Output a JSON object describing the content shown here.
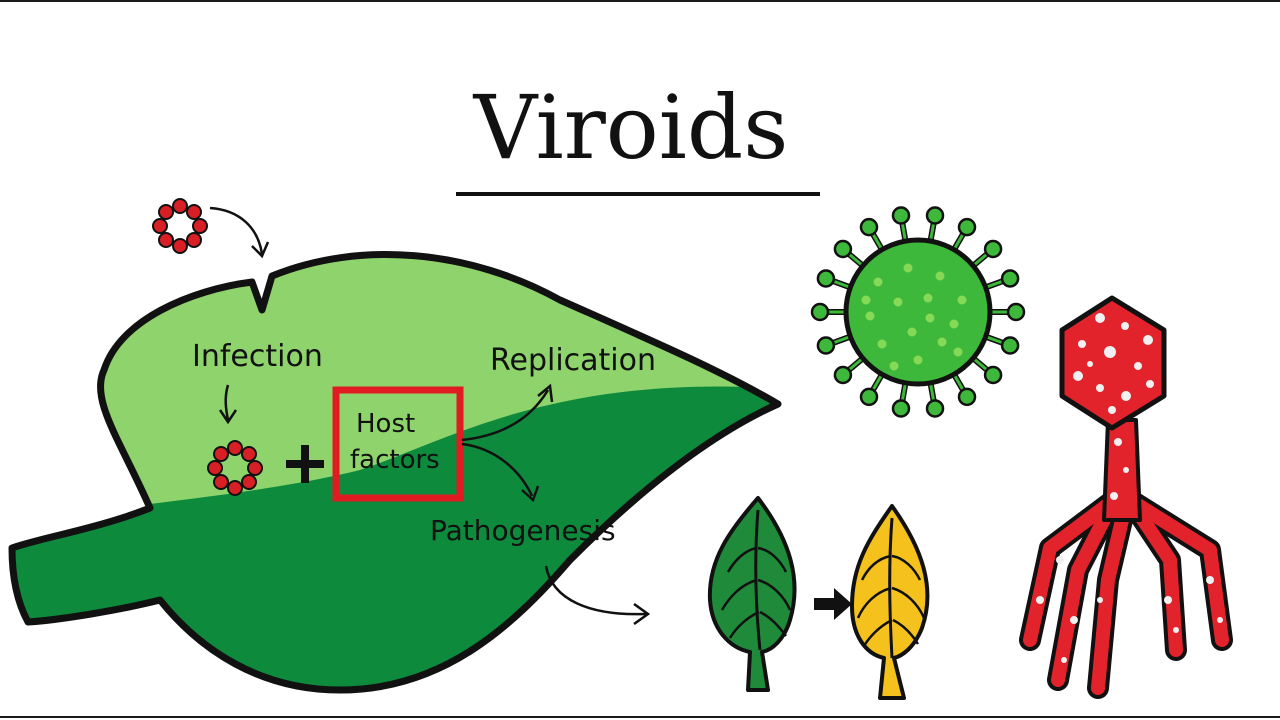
{
  "title": "Viroids",
  "labels": {
    "infection": "Infection",
    "host_factors_line1": "Host",
    "host_factors_line2": "factors",
    "replication": "Replication",
    "pathogenesis": "Pathogenesis"
  },
  "colors": {
    "leaf_light": "#8ed36b",
    "leaf_dark": "#0d8a3c",
    "viroid_red": "#d81f26",
    "virus_green": "#3eb83a",
    "virus_spots": "#86d857",
    "phage_red": "#e2232b",
    "healthy_leaf": "#1f8a3a",
    "yellow_leaf": "#f4c11d",
    "outline": "#111111"
  }
}
